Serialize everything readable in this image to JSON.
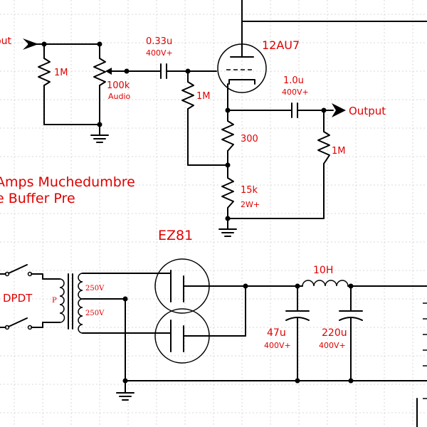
{
  "colors": {
    "label": "#e00000",
    "wire": "#000000",
    "grid": "#d9d9d9"
  },
  "labels": {
    "input": "Input",
    "output": "Output",
    "r_input": "1M",
    "pot_value": "100k",
    "pot_taper": "Audio",
    "c_in_value": "0.33u",
    "c_in_voltage": "400V+",
    "tube_preamp": "12AU7",
    "r_grid": "1M",
    "c_out_value": "1.0u",
    "c_out_voltage": "400V+",
    "r_cathode": "300",
    "r_output": "1M",
    "r_bias_value": "15k",
    "r_bias_power": "2W+",
    "title_line1": "Amps Muchedumbre",
    "title_line2": "e Buffer Pre",
    "rectifier": "EZ81",
    "switch": "DPDT",
    "primary": "P",
    "secondary_top": "250V",
    "secondary_bottom": "250V",
    "choke": "10H",
    "c_filter1_value": "47u",
    "c_filter1_voltage": "400V+",
    "c_filter2_value": "220u",
    "c_filter2_voltage": "400V+"
  }
}
